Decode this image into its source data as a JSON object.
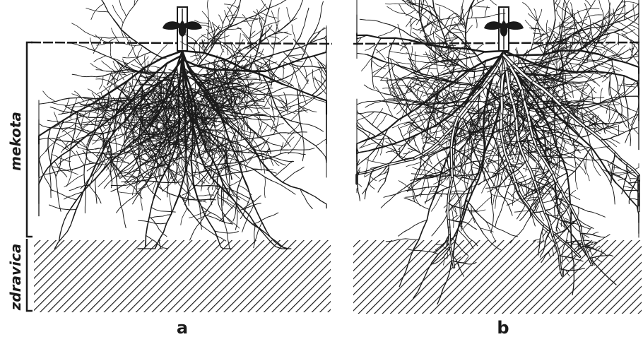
{
  "layers": {
    "top_label": "mekota",
    "bottom_label": "zdravica"
  },
  "panels": [
    {
      "label": "a"
    },
    {
      "label": "b"
    }
  ],
  "colors": {
    "ink": "#1a1a1a",
    "paper": "#ffffff"
  }
}
